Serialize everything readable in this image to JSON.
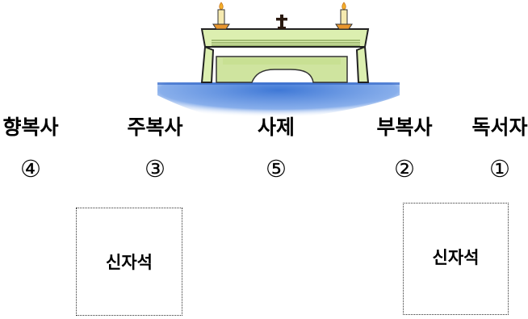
{
  "roles": [
    {
      "label": "향복사",
      "number": "④"
    },
    {
      "label": "주복사",
      "number": "③"
    },
    {
      "label": "사제",
      "number": "⑤"
    },
    {
      "label": "부복사",
      "number": "②"
    },
    {
      "label": "독서자",
      "number": "①"
    }
  ],
  "seats": [
    {
      "label": "신자석"
    },
    {
      "label": "신자석"
    }
  ],
  "colors": {
    "altar_cloth": "#dcefb0",
    "altar_cloth_shade": "#c4de8e",
    "altar_base": "#cfe49f",
    "candle": "#f5eab0",
    "flame": "#f4b02a",
    "candle_holder": "#e8962d",
    "floor_blue": "#4a7fd8"
  },
  "icons": [
    "altar-icon",
    "cross-icon",
    "candle-icon"
  ]
}
